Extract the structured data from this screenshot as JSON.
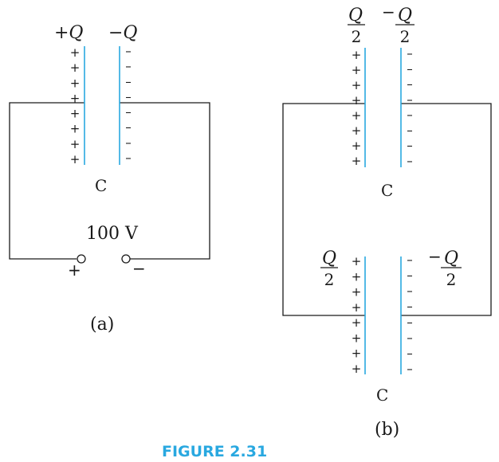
{
  "colors": {
    "plate": "#29a8e0",
    "caption": "#29a8e0",
    "ink": "#1a1a1a"
  },
  "caption": "FIGURE 2.31",
  "fig_a": {
    "label": "(a)",
    "cap_label": "C",
    "voltage": "100 V",
    "left_plate_charge": "+Q",
    "right_plate_charge": "−Q",
    "terminal_plus": "+",
    "terminal_minus": "−"
  },
  "fig_b": {
    "label": "(b)",
    "top_cap_label": "C",
    "bottom_cap_label": "C",
    "top_left_charge": {
      "num": "Q",
      "den": "2"
    },
    "top_right_charge": {
      "sign": "−",
      "num": "Q",
      "den": "2"
    },
    "bottom_left_charge": {
      "num": "Q",
      "den": "2"
    },
    "bottom_right_charge": {
      "sign": "−",
      "num": "Q",
      "den": "2"
    }
  },
  "signs": {
    "plus": "+",
    "minus": "–"
  }
}
